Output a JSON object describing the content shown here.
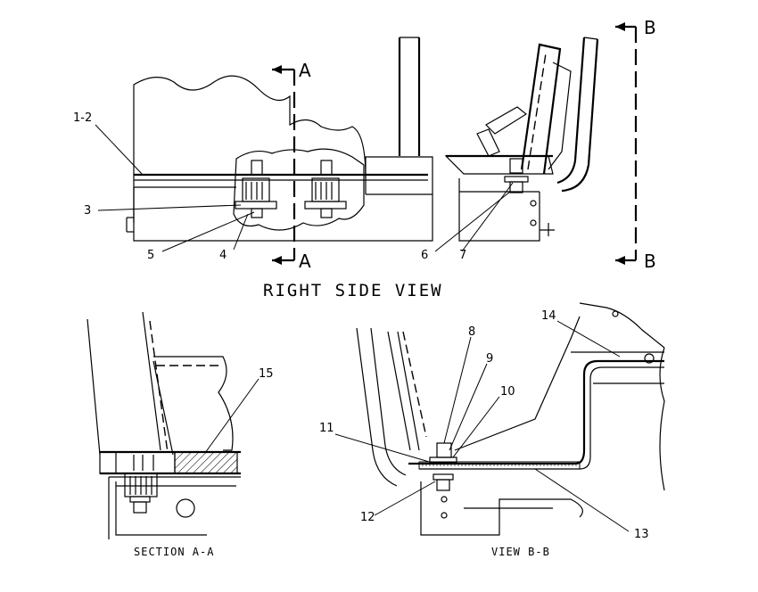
{
  "views": {
    "main_title": "RIGHT SIDE VIEW",
    "section_title": "SECTION A-A",
    "view_b_title": "VIEW B-B"
  },
  "section_markers": {
    "a_top": "A",
    "a_bottom": "A",
    "b_top": "B",
    "b_bottom": "B"
  },
  "callouts": {
    "c1_2": "1-2",
    "c3": "3",
    "c4": "4",
    "c5": "5",
    "c6": "6",
    "c7": "7",
    "c8": "8",
    "c9": "9",
    "c10": "10",
    "c11": "11",
    "c12": "12",
    "c13": "13",
    "c14": "14",
    "c15": "15"
  }
}
